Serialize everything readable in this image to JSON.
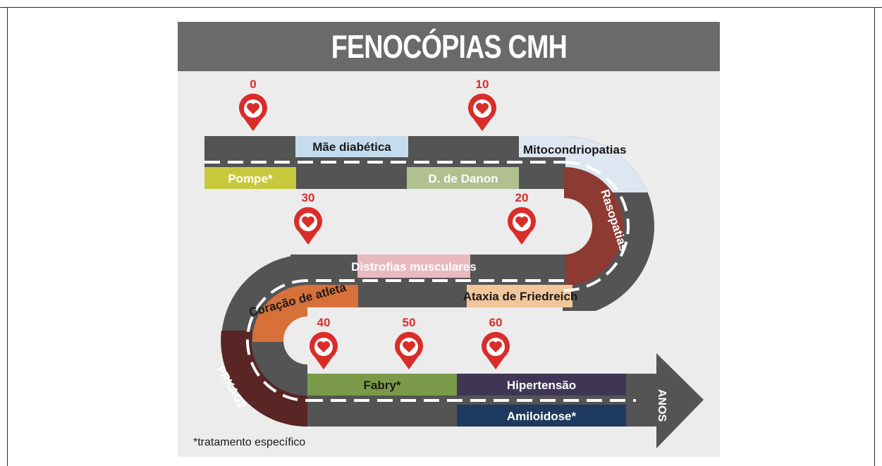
{
  "title": "FENOCÓPIAS CMH",
  "footnote": "*tratamento específico",
  "axis_label": "ANOS",
  "milestones": [
    "0",
    "10",
    "20",
    "30",
    "40",
    "50",
    "60"
  ],
  "segments": {
    "mae_diabetica": "Mãe diabética",
    "mitocondriopatias": "Mitocondriopatias",
    "pompe": "Pompe*",
    "danon": "D. de Danon",
    "rasopatias": "Rasopatias",
    "distrofias": "Distrofias musculares",
    "friedreich": "Ataxia de Friedreich",
    "atleta": "Coração de atleta",
    "prkag2": "PRKAG2",
    "fabry": "Fabry*",
    "hipertensao": "Hipertensão",
    "amiloidose": "Amiloidose*"
  },
  "colors": {
    "road": "#545454",
    "mae_diabetica": "#c5dcee",
    "mitocondriopatias": "#dde6f1",
    "pompe": "#c8c83c",
    "danon": "#b2bf8e",
    "rasopatias": "#8c3a32",
    "distrofias": "#e8b9bf",
    "friedreich": "#f2c69a",
    "atleta": "#d8703a",
    "prkag2": "#5a2525",
    "fabry": "#7a9a4a",
    "hipertensao": "#3f3656",
    "amiloidose": "#1e3a5f",
    "pin": "#d92d2a"
  }
}
